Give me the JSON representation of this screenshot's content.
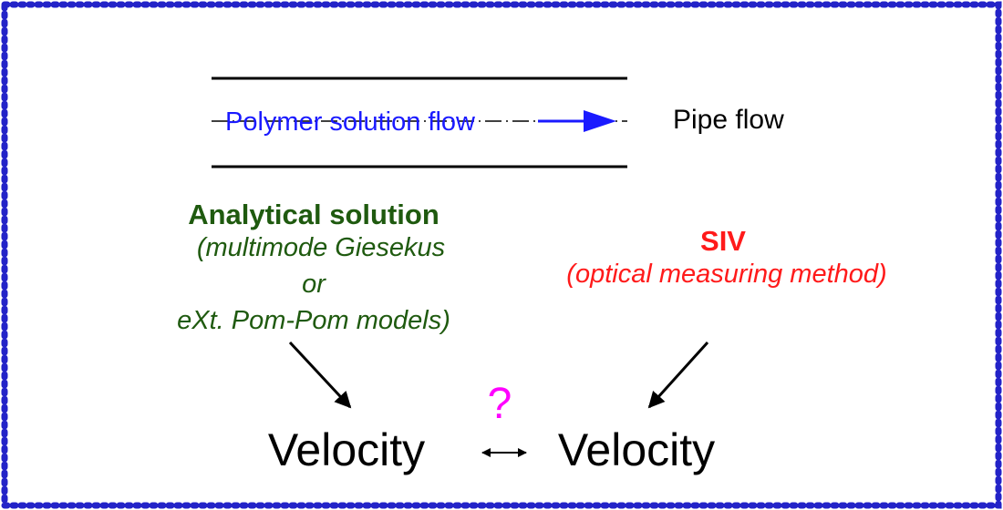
{
  "pipe": {
    "flow_label": "Polymer solution flow",
    "caption": "Pipe flow",
    "flow_color": "#1a1aff"
  },
  "analytical": {
    "title": "Analytical solution",
    "line1": "(multimode Giesekus",
    "line2": "or",
    "line3": "eXt. Pom-Pom models)",
    "color": "#1f5a0f"
  },
  "siv": {
    "title": "SIV",
    "subtitle": "(optical measuring method)",
    "color": "#ff1a1a"
  },
  "comparison": {
    "question": "?",
    "left": "Velocity",
    "right": "Velocity",
    "question_color": "#ff00ff"
  },
  "frame": {
    "color": "#2323c8"
  }
}
